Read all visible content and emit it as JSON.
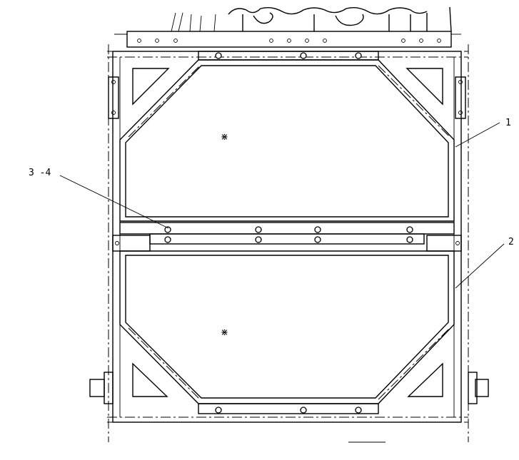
{
  "callouts": [
    {
      "id": "1",
      "label": "1"
    },
    {
      "id": "2",
      "label": "2"
    },
    {
      "id": "3-4",
      "label": "3 -4"
    }
  ],
  "center_marks": [
    "⋇",
    "⋇"
  ]
}
